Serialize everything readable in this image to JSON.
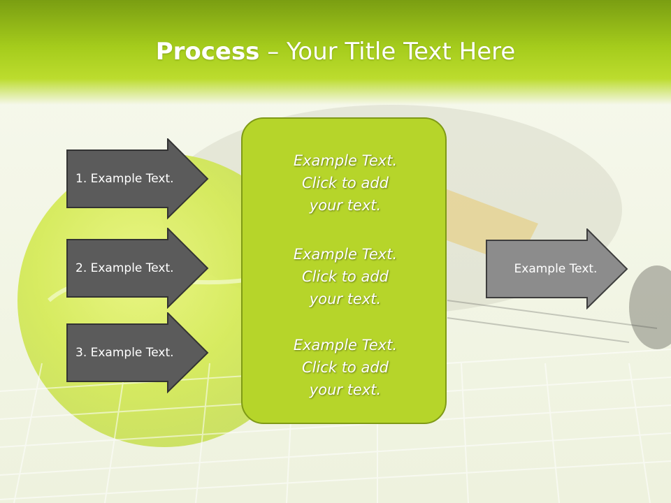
{
  "title": {
    "bold": "Process",
    "rest": " – Your Title Text Here"
  },
  "inputs": [
    {
      "label": "1. Example Text."
    },
    {
      "label": "2. Example Text."
    },
    {
      "label": "3. Example Text."
    }
  ],
  "center": [
    {
      "line1": "Example Text.",
      "line2": "Click  to add",
      "line3": "your text."
    },
    {
      "line1": "Example Text.",
      "line2": "Click  to add",
      "line3": "your text."
    },
    {
      "line1": "Example Text.",
      "line2": "Click  to add",
      "line3": "your text."
    }
  ],
  "output": {
    "label": "Example Text."
  },
  "colors": {
    "header": "#a5cc1c",
    "center_fill": "#b6d52a",
    "input_arrow": "#5b5b5b",
    "output_arrow": "#8c8c8c"
  }
}
